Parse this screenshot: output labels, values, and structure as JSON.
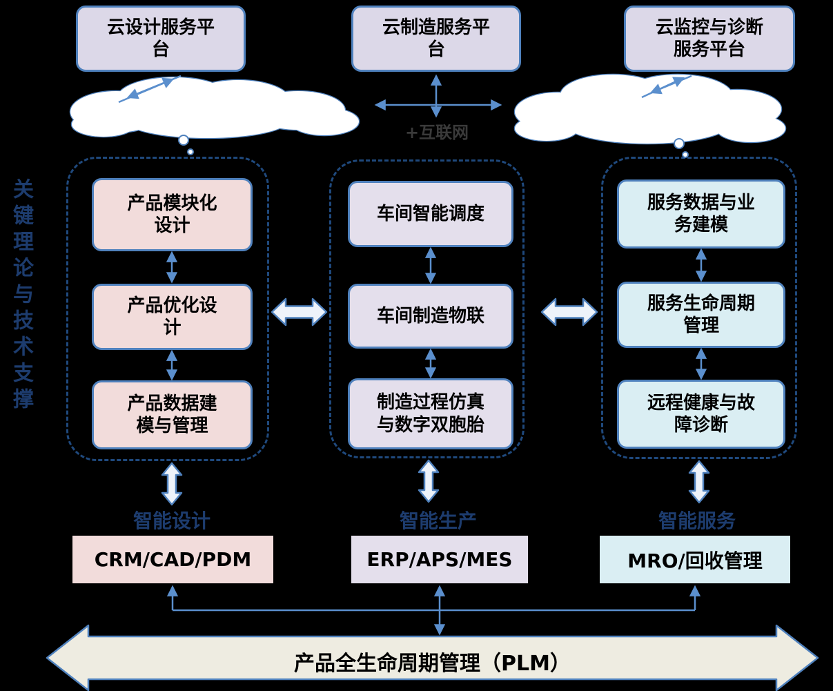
{
  "palette": {
    "background": "#000000",
    "box_border_blue": "#4f81bd",
    "dashed_navy": "#1f497d",
    "arrow_blue": "#5b8fcd",
    "pink_fill": "#f2dcdb",
    "lavender_fill": "#e4dfec",
    "light_blue_fill": "#daeef3",
    "platform_fill": "#dcd8e8",
    "cream_fill": "#eeece1",
    "dim_navy_text": "#1d3c6e",
    "dim_gray_text": "#3a3a3a",
    "cloud_fill": "#ffffff"
  },
  "platforms": [
    {
      "label": "云设计服务平台"
    },
    {
      "label": "云制造服务平台"
    },
    {
      "label": "云监控与诊断服务平台"
    }
  ],
  "internet_label": "+互联网",
  "side_label": "关键理论与技术支撑",
  "columns": [
    {
      "boxes": [
        "产品模块化设计",
        "产品优化设计",
        "产品数据建模与管理"
      ],
      "tag": "智能设计",
      "system": "CRM/CAD/PDM"
    },
    {
      "boxes": [
        "车间智能调度",
        "车间制造物联",
        "制造过程仿真与数字双胞胎"
      ],
      "tag": "智能生产",
      "system": "ERP/APS/MES"
    },
    {
      "boxes": [
        "服务数据与业务建模",
        "服务生命周期管理",
        "远程健康与故障诊断"
      ],
      "tag": "智能服务",
      "system": "MRO/回收管理"
    }
  ],
  "plm_label": "产品全生命周期管理（PLM）"
}
